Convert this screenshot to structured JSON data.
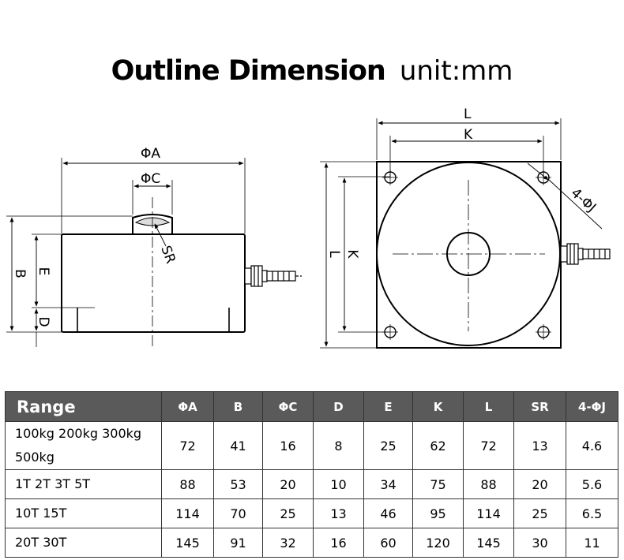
{
  "title": {
    "main": "Outline Dimension",
    "unit": "unit:mm"
  },
  "drawing": {
    "side_view_labels": {
      "phiA": "ΦA",
      "phiC": "ΦC",
      "B": "B",
      "E": "E",
      "D": "D",
      "SR": "SR"
    },
    "top_view_labels": {
      "L_top": "L",
      "K_top": "K",
      "K_side": "K",
      "L_side": "L",
      "holes": "4-ΦJ"
    }
  },
  "table": {
    "headers": [
      "Range",
      "ΦA",
      "B",
      "ΦC",
      "D",
      "E",
      "K",
      "L",
      "SR",
      "4-ΦJ"
    ],
    "rows": [
      {
        "range_line1": "100kg 200kg 300kg",
        "range_line2": "500kg",
        "values": [
          "72",
          "41",
          "16",
          "8",
          "25",
          "62",
          "72",
          "13",
          "4.6"
        ]
      },
      {
        "range_line1": "1T 2T 3T 5T",
        "range_line2": "",
        "values": [
          "88",
          "53",
          "20",
          "10",
          "34",
          "75",
          "88",
          "20",
          "5.6"
        ]
      },
      {
        "range_line1": "10T 15T",
        "range_line2": "",
        "values": [
          "114",
          "70",
          "25",
          "13",
          "46",
          "95",
          "114",
          "25",
          "6.5"
        ]
      },
      {
        "range_line1": "20T 30T",
        "range_line2": "",
        "values": [
          "145",
          "91",
          "32",
          "16",
          "60",
          "120",
          "145",
          "30",
          "11"
        ]
      }
    ]
  }
}
